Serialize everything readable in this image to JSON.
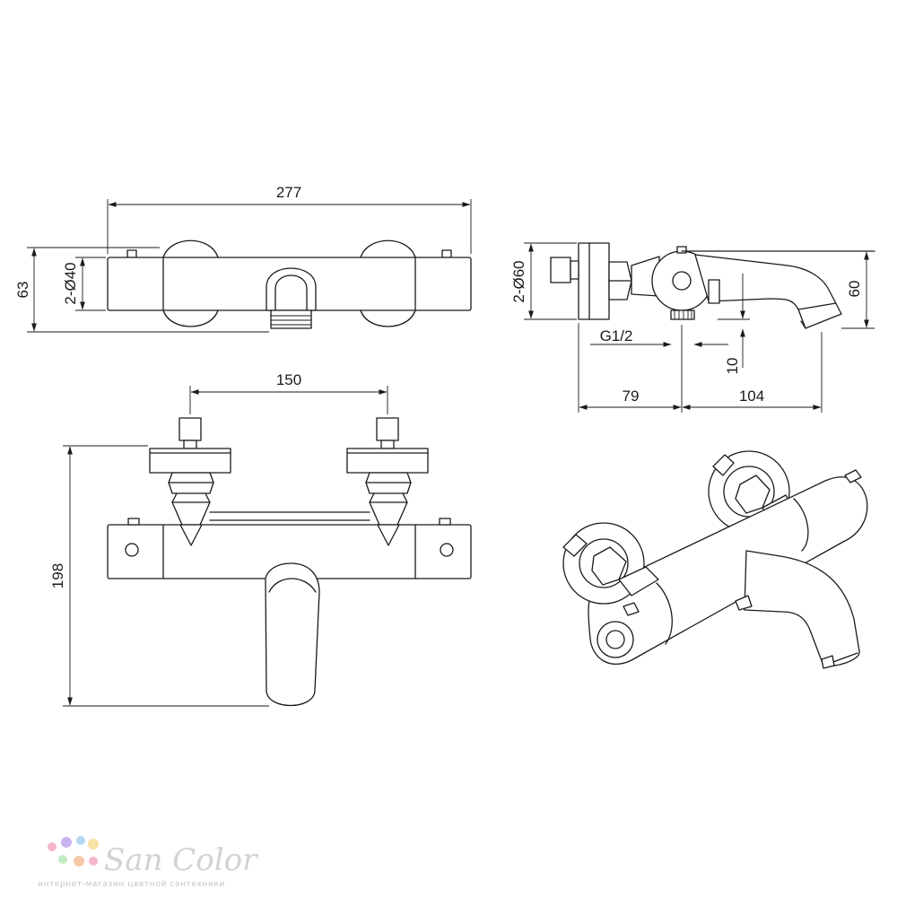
{
  "drawing": {
    "top_view": {
      "width_label": "277",
      "height_label": "63",
      "diameter_label": "2-Ø40"
    },
    "side_view": {
      "diameter_label": "2-Ø60",
      "height_label": "60",
      "thread_label": "G1/2",
      "offset_label": "10",
      "left_span_label": "79",
      "right_span_label": "104"
    },
    "front_view": {
      "inlet_spacing_label": "150",
      "height_label": "198"
    }
  },
  "watermark": {
    "brand_name": "San Color",
    "tagline": "интернет-магазин цветной сантехники",
    "dot_colors": [
      "#f4b6c8",
      "#c9b4f0",
      "#b4d8f4",
      "#f7e3a3",
      "#c2ecc4",
      "#f6c7a8"
    ]
  }
}
